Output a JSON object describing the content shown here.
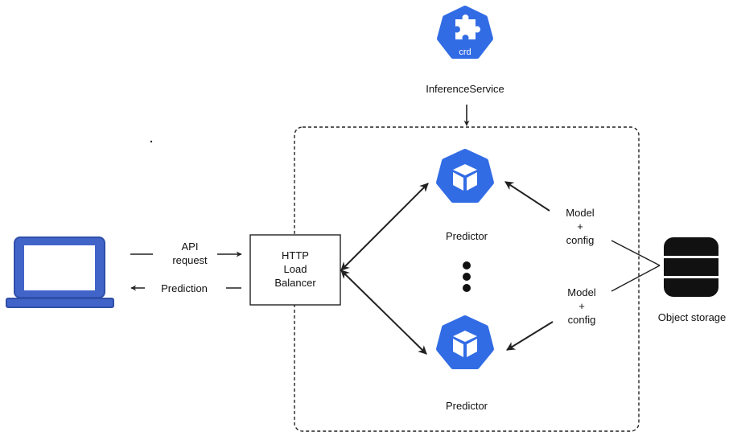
{
  "crd": {
    "icon_text": "crd",
    "label": "InferenceService"
  },
  "client": {
    "request_label_1": "API",
    "request_label_2": "request",
    "response_label": "Prediction"
  },
  "load_balancer": {
    "line1": "HTTP",
    "line2": "Load",
    "line3": "Balancer"
  },
  "predictors": [
    {
      "icon_text": "pod",
      "label": "Predictor"
    },
    {
      "icon_text": "pod",
      "label": "Predictor"
    }
  ],
  "model_links": [
    {
      "line1": "Model",
      "line2": "+",
      "line3": "config"
    },
    {
      "line1": "Model",
      "line2": "+",
      "line3": "config"
    }
  ],
  "storage": {
    "label": "Object storage"
  },
  "colors": {
    "k8s_blue": "#326ce5",
    "laptop_fill": "#4164c9",
    "laptop_stroke": "#2f4fa8",
    "storage_fill": "#111111"
  }
}
